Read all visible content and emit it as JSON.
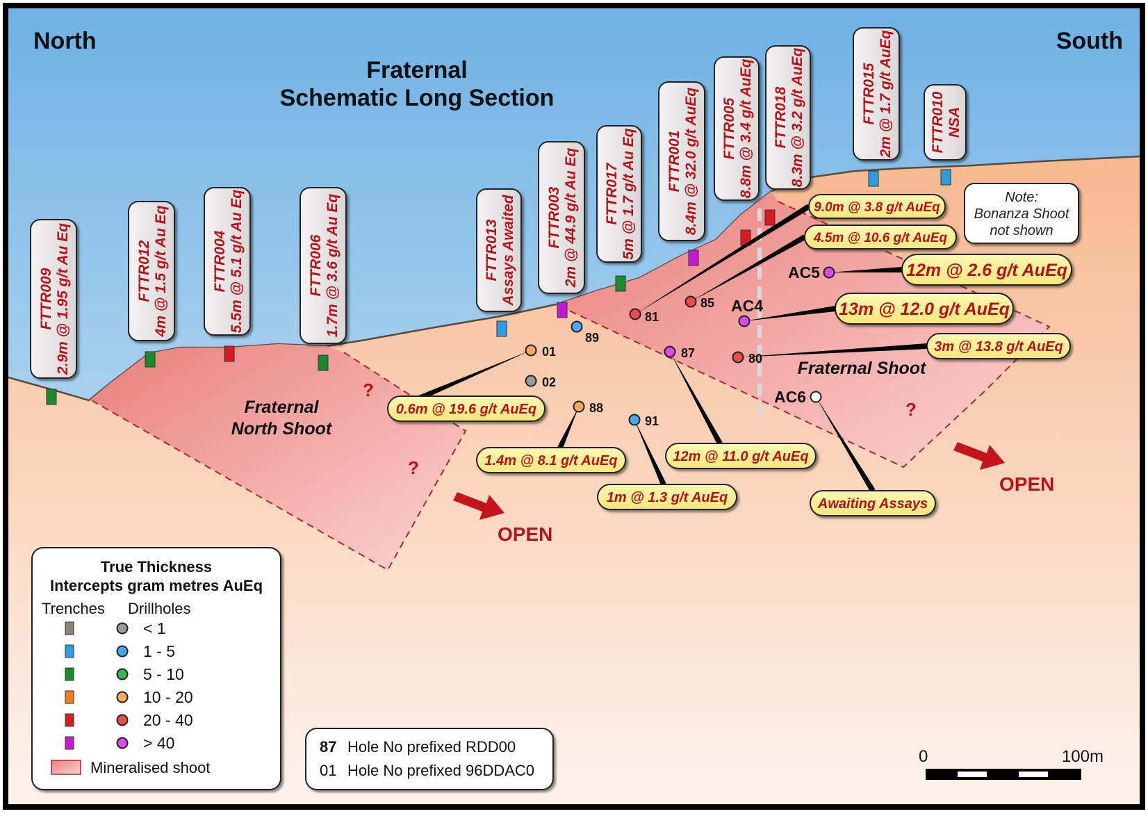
{
  "directions": {
    "left": "North",
    "right": "South"
  },
  "title": {
    "line1": "Fraternal",
    "line2": "Schematic Long Section"
  },
  "trenches": [
    {
      "id": "FTTR009",
      "result": "2.9m @ 1.95 g/t Au Eq",
      "class": "5-10"
    },
    {
      "id": "FTTR012",
      "result": "4m @ 1.5 g/t Au Eq",
      "class": "5-10"
    },
    {
      "id": "FTTR004",
      "result": "5.5m @ 5.1 g/t Au Eq",
      "class": "20-40"
    },
    {
      "id": "FTTR006",
      "result": "1.7m @ 3.6 g/t Au Eq",
      "class": "5-10"
    },
    {
      "id": "FTTR013",
      "result": "Assays Awaited",
      "class": "1-5"
    },
    {
      "id": "FTTR003",
      "result": "2m @ 44.9 g/t Au Eq",
      "class": ">40"
    },
    {
      "id": "FTTR017",
      "result": "5m @ 1.7 g/t Au Eq",
      "class": "5-10"
    },
    {
      "id": "FTTR001",
      "result": "8.4m @ 32.0 g/t AuEq",
      "class": ">40"
    },
    {
      "id": "FTTR005",
      "result": "8.8m @ 3.4 g/t AuEq",
      "class": "20-40"
    },
    {
      "id": "FTTR018",
      "result": "8.3m @ 3.2 g/t AuEq",
      "class": "20-40"
    },
    {
      "id": "FTTR015",
      "result": "2m @ 1.7 g/t AuEq",
      "class": "1-5"
    },
    {
      "id": "FTTR010",
      "result": "NSA",
      "class": "1-5"
    }
  ],
  "drillholes": [
    {
      "label": "01",
      "class": "10-20"
    },
    {
      "label": "02",
      "class": "<1"
    },
    {
      "label": "88",
      "class": "10-20"
    },
    {
      "label": "89",
      "class": "1-5"
    },
    {
      "label": "91",
      "class": "1-5"
    },
    {
      "label": "81",
      "class": "20-40"
    },
    {
      "label": "85",
      "class": "20-40"
    },
    {
      "label": "87",
      "class": ">40"
    },
    {
      "label": "80",
      "class": "20-40"
    },
    {
      "label": "AC4",
      "class": ">40"
    },
    {
      "label": "AC5",
      "class": ">40"
    },
    {
      "label": "AC6",
      "class": "awaiting"
    }
  ],
  "intercepts": [
    "0.6m @ 19.6 g/t AuEq",
    "1.4m @ 8.1 g/t AuEq",
    "1m @ 1.3 g/t AuEq",
    "12m @ 11.0 g/t AuEq",
    "9.0m @ 3.8 g/t AuEq",
    "4.5m @ 10.6 g/t AuEq",
    "12m @ 2.6 g/t AuEq",
    "13m @ 12.0 g/t AuEq",
    "3m @ 13.8 g/t AuEq",
    "Awaiting Assays"
  ],
  "shoots": {
    "north_line1": "Fraternal",
    "north_line2": "North Shoot",
    "main": "Fraternal Shoot"
  },
  "open_label": "OPEN",
  "question_mark": "?",
  "note": {
    "line1": "Note:",
    "line2": "Bonanza Shoot",
    "line3": "not shown"
  },
  "legend": {
    "title1": "True Thickness",
    "title2": "Intercepts gram metres AuEq",
    "col_trenches": "Trenches",
    "col_drillholes": "Drillholes",
    "rows": [
      {
        "label": "< 1",
        "trench_color": "#8c8479",
        "hole_color": "#9a9a9a"
      },
      {
        "label": "1 - 5",
        "trench_color": "#2f9be0",
        "hole_color": "#4aa9ec"
      },
      {
        "label": "5 - 10",
        "trench_color": "#1a8a2a",
        "hole_color": "#3cb54a"
      },
      {
        "label": "10 - 20",
        "trench_color": "#f07d1e",
        "hole_color": "#f6a95a"
      },
      {
        "label": "20 - 40",
        "trench_color": "#d81c23",
        "hole_color": "#ee4c4c"
      },
      {
        "label": "> 40",
        "trench_color": "#c21bd6",
        "hole_color": "#d84be8"
      }
    ],
    "shoot_label": "Mineralised shoot"
  },
  "hole_key": {
    "ex1_num": "87",
    "ex1_text": "Hole No prefixed RDD00",
    "ex2_num": "01",
    "ex2_text": "Hole No prefixed 96DDAC0"
  },
  "scale": {
    "start": "0",
    "end": "100m"
  },
  "colors": {
    "sky_top": "#6fb1e3",
    "sky_bottom": "#ddeef9",
    "ground_top": "#f6b88f",
    "ground_bottom": "#fcefe6",
    "shoot": "#ef8a86",
    "label_red": "#b5121b",
    "callout_fill": "#fbf19a"
  }
}
